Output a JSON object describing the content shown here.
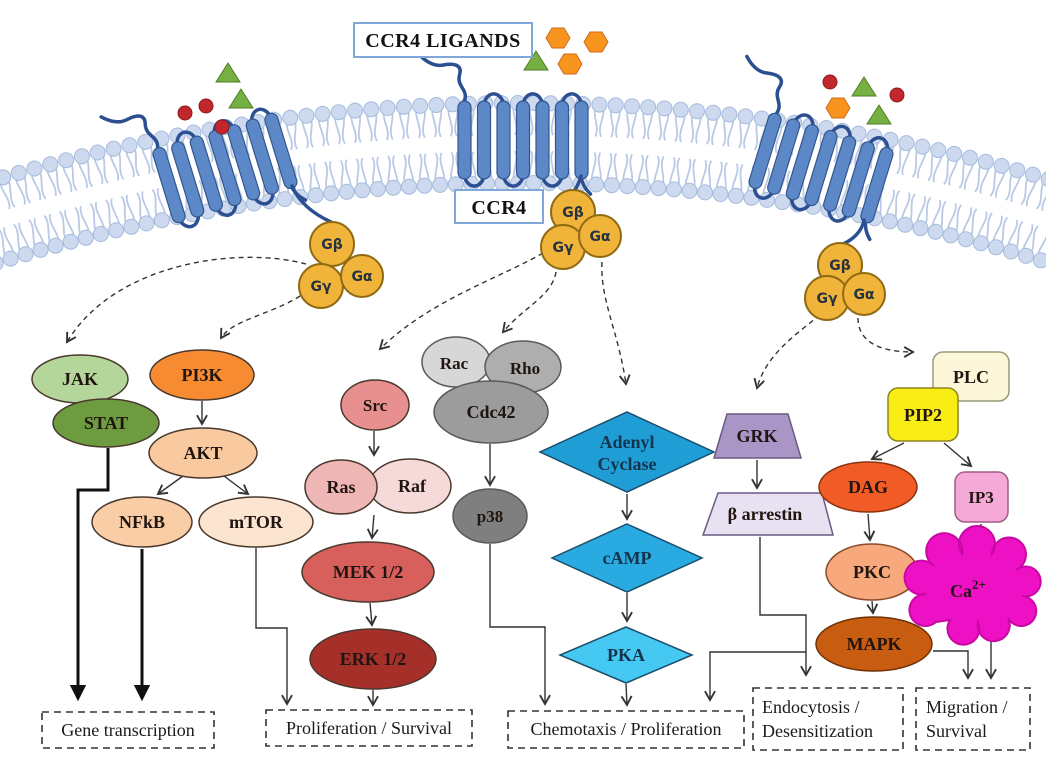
{
  "header": {
    "ligands_label": "CCR4 LIGANDS",
    "receptor_label": "CCR4"
  },
  "g_protein": {
    "beta": "Gβ",
    "gamma": "Gγ",
    "alpha": "Gα",
    "color": "#f0b43a"
  },
  "ligands": {
    "red_circle": "#c1272d",
    "green_triangle": "#76b043",
    "orange_hexagon": "#f7941d"
  },
  "nodes": {
    "jak": {
      "label": "JAK",
      "color": "#b5d69b"
    },
    "stat": {
      "label": "STAT",
      "color": "#6d9c40"
    },
    "pi3k": {
      "label": "PI3K",
      "color": "#f68b31"
    },
    "akt": {
      "label": "AKT",
      "color": "#f9c9a0"
    },
    "nfkb": {
      "label": "NFkB",
      "color": "#f9cda6"
    },
    "mtor": {
      "label": "mTOR",
      "color": "#fbe5d0"
    },
    "src": {
      "label": "Src",
      "color": "#e88f8f"
    },
    "ras": {
      "label": "Ras",
      "color": "#efb6b6"
    },
    "raf": {
      "label": "Raf",
      "color": "#f6d9d9"
    },
    "mek": {
      "label": "MEK 1/2",
      "color": "#d8605c"
    },
    "erk": {
      "label": "ERK 1/2",
      "color": "#a5302a"
    },
    "rac": {
      "label": "Rac",
      "color": "#d7d7d7"
    },
    "rho": {
      "label": "Rho",
      "color": "#aeaeae"
    },
    "cdc42": {
      "label": "Cdc42",
      "color": "#9c9c9c"
    },
    "p38": {
      "label": "p38",
      "color": "#7f7f7f"
    },
    "adenyl": {
      "line1": "Adenyl",
      "line2": "Cyclase",
      "color": "#1f9ed6"
    },
    "camp": {
      "label": "cAMP",
      "color": "#29abe2"
    },
    "pka": {
      "label": "PKA",
      "color": "#45c8f1"
    },
    "grk": {
      "label": "GRK",
      "color": "#aa96c6"
    },
    "beta_arrestin": {
      "label": "β arrestin",
      "color": "#e7e1f1"
    },
    "plc": {
      "label": "PLC",
      "color": "#fbf7d8"
    },
    "pip2": {
      "label": "PIP2",
      "color": "#f8ee16"
    },
    "dag": {
      "label": "DAG",
      "color": "#f15b25"
    },
    "ip3": {
      "label": "IP3",
      "color": "#f5a9d7"
    },
    "pkc": {
      "label": "PKC",
      "color": "#f7a87d"
    },
    "ca": {
      "label": "Ca",
      "sup": "2+",
      "color": "#ee10c4"
    },
    "mapk": {
      "label": "MAPK",
      "color": "#c85c10"
    }
  },
  "outcomes": {
    "gene": {
      "label": "Gene transcription"
    },
    "proliferation": {
      "label": "Proliferation  /  Survival"
    },
    "chemotaxis": {
      "label": "Chemotaxis / Proliferation"
    },
    "endocytosis": {
      "line1": "Endocytosis /",
      "line2": "Desensitization"
    },
    "migration": {
      "line1": "Migration  /",
      "line2": "Survival"
    }
  }
}
